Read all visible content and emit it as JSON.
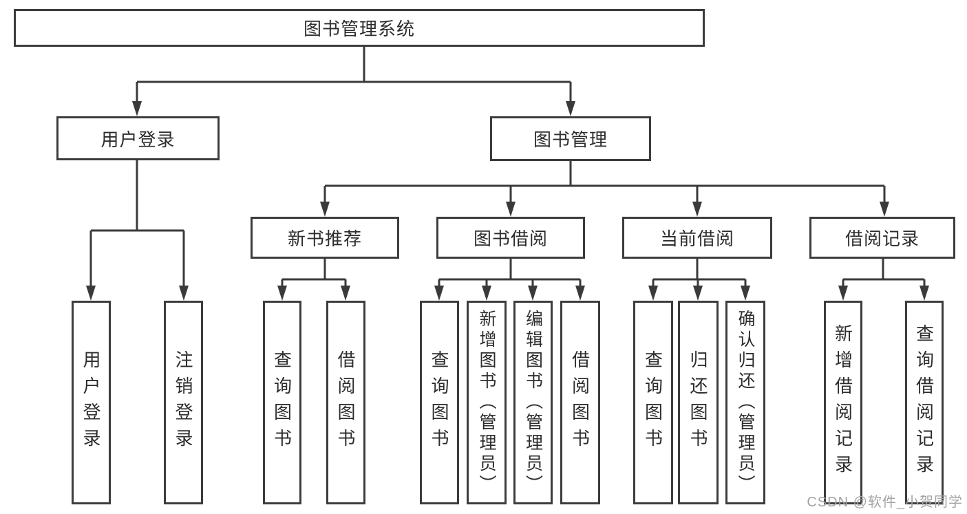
{
  "diagram": {
    "root": {
      "label": "图书管理系统"
    },
    "level2": [
      {
        "id": "user-login",
        "label": "用户登录"
      },
      {
        "id": "book-management",
        "label": "图书管理"
      }
    ],
    "level3": [
      {
        "id": "new-book-recommend",
        "label": "新书推荐"
      },
      {
        "id": "book-borrow",
        "label": "图书借阅"
      },
      {
        "id": "current-borrow",
        "label": "当前借阅"
      },
      {
        "id": "borrow-records",
        "label": "借阅记录"
      }
    ],
    "leaves": {
      "user_login": [
        {
          "label": "用户登录"
        },
        {
          "label": "注销登录"
        }
      ],
      "new_book": [
        {
          "label": "查询图书"
        },
        {
          "label": "借阅图书"
        }
      ],
      "book_borrow": [
        {
          "label": "查询图书"
        },
        {
          "label": "新增图书（管理员）"
        },
        {
          "label": "编辑图书（管理员）"
        },
        {
          "label": "借阅图书"
        }
      ],
      "current_borrow": [
        {
          "label": "查询图书"
        },
        {
          "label": "归还图书"
        },
        {
          "label": "确认归还（管理员）"
        }
      ],
      "records": [
        {
          "label": "新增借阅记录"
        },
        {
          "label": "查询借阅记录"
        }
      ]
    },
    "watermark": "CSDN @软件_小贺同学",
    "colors": {
      "line": "#3a3a3a",
      "text": "#2d2d2d",
      "watermark": "#a3a3a3",
      "background": "#ffffff"
    }
  }
}
